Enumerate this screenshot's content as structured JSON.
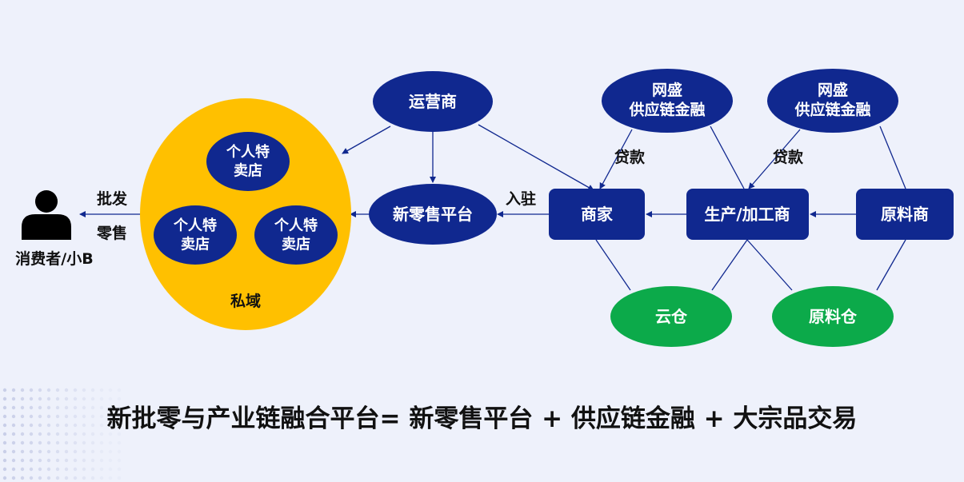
{
  "colors": {
    "background": "#eef1fb",
    "navy": "#10288f",
    "gold": "#ffc000",
    "green": "#0caa4a",
    "dots": "#c9cfe8"
  },
  "consumer": {
    "icon": "person-icon",
    "label": "消费者/小B"
  },
  "edge_labels": {
    "wholesale": "批发",
    "retail": "零售",
    "settle_in": "入驻",
    "loan1": "贷款",
    "loan2": "贷款"
  },
  "private_domain": {
    "label": "私域",
    "stores": [
      "个人特\n卖店",
      "个人特\n卖店",
      "个人特\n卖店"
    ]
  },
  "nodes": {
    "operator": "运营商",
    "new_retail_platform": "新零售平台",
    "merchant": "商家",
    "producer": "生产/加工商",
    "raw_supplier": "原料商",
    "finance1": "网盛\n供应链金融",
    "finance2": "网盛\n供应链金融",
    "cloud_warehouse": "云仓",
    "raw_warehouse": "原料仓"
  },
  "formula": "新批零与产业链融合平台= 新零售平台 + 供应链金融 + 大宗品交易"
}
